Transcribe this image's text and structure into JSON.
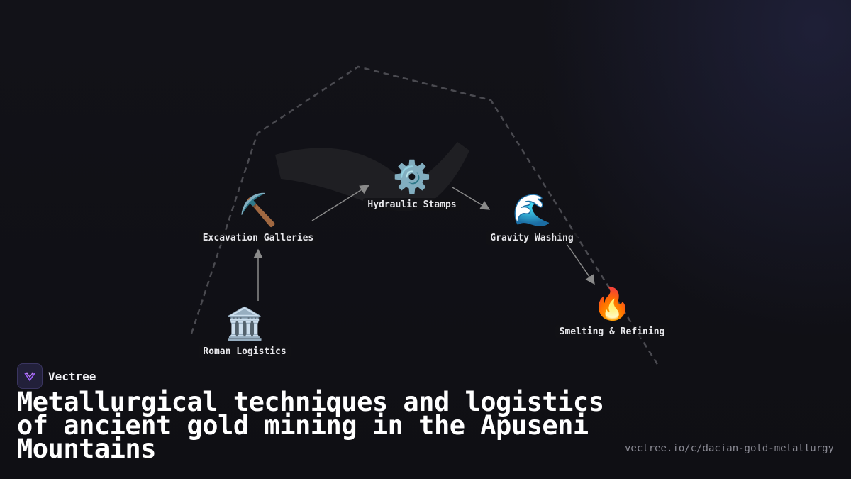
{
  "brand": {
    "name": "Vectree",
    "logo_icon": "vectree-logo-icon",
    "logo_color": "#9b5cf6"
  },
  "diagram": {
    "nodes": [
      {
        "id": "roman",
        "icon": "🏛️",
        "icon_name": "classical-building-icon",
        "label": "Roman Logistics"
      },
      {
        "id": "excavation",
        "icon": "⛏️",
        "icon_name": "pickaxe-icon",
        "label": "Excavation Galleries"
      },
      {
        "id": "hydraulic",
        "icon": "⚙️",
        "icon_name": "gear-icon",
        "label": "Hydraulic Stamps"
      },
      {
        "id": "washing",
        "icon": "🌊",
        "icon_name": "water-wave-icon",
        "label": "Gravity Washing"
      },
      {
        "id": "smelting",
        "icon": "🔥",
        "icon_name": "fire-icon",
        "label": "Smelting & Refining"
      }
    ],
    "edges": [
      {
        "from": "roman",
        "to": "excavation"
      },
      {
        "from": "excavation",
        "to": "hydraulic"
      },
      {
        "from": "hydraulic",
        "to": "washing"
      },
      {
        "from": "washing",
        "to": "smelting"
      }
    ],
    "colors": {
      "arrow": "#8a8a8a",
      "mountain_outline": "#4a4a50",
      "background": "#111116"
    }
  },
  "title": "Metallurgical techniques and logistics of ancient gold mining in the Apuseni Mountains",
  "url": "vectree.io/c/dacian-gold-metallurgy"
}
